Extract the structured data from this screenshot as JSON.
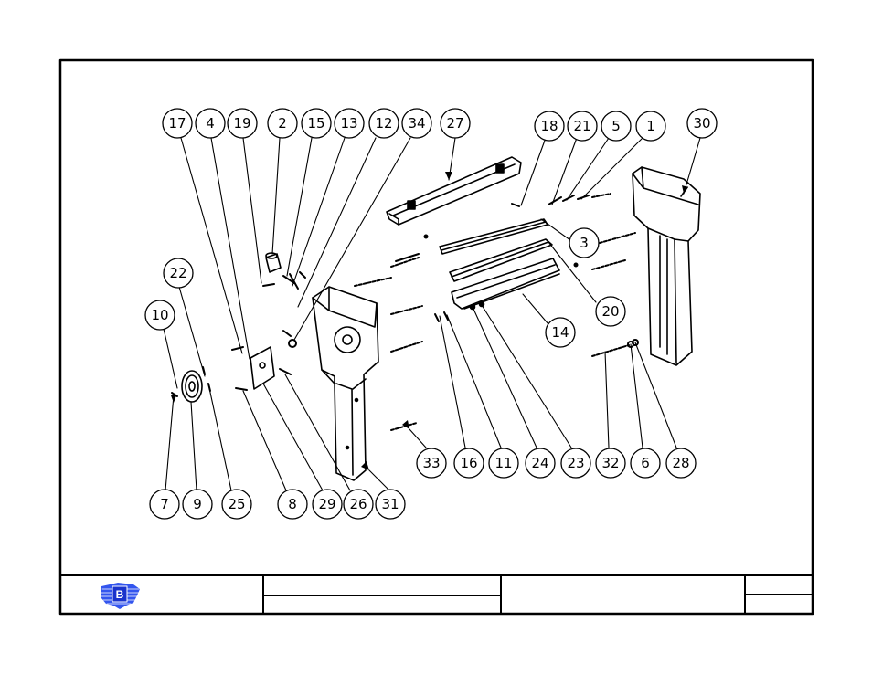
{
  "title_block": {
    "logo": {
      "letter": "B",
      "colors": {
        "blue": "#1a33cc",
        "stripe": "#3355ee"
      }
    },
    "fields": [
      "",
      "",
      "",
      "",
      ""
    ]
  },
  "callouts": [
    "17",
    "4",
    "19",
    "2",
    "15",
    "13",
    "12",
    "34",
    "27",
    "18",
    "21",
    "5",
    "1",
    "30",
    "3",
    "20",
    "14",
    "22",
    "10",
    "7",
    "9",
    "25",
    "8",
    "29",
    "26",
    "31",
    "33",
    "16",
    "11",
    "24",
    "23",
    "32",
    "6",
    "28"
  ]
}
